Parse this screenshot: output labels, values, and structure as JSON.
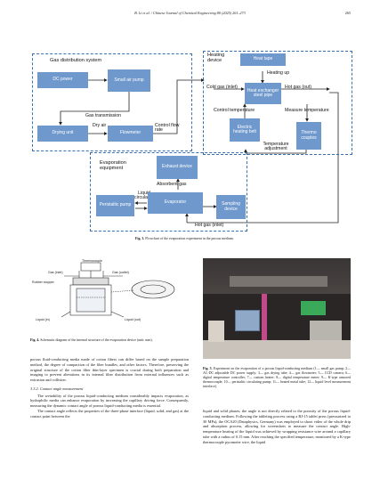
{
  "header": {
    "running_title": "B. Li et al. / Chinese Journal of Chemical Engineering 80 (2025) 261–273",
    "page_number": "265"
  },
  "fig3": {
    "gas_system_title": "Gas distribution system",
    "dc_power": "DC power",
    "small_air_pump": "Small air pump",
    "gas_transmission": "Gas transmission",
    "drying_unit": "Drying unit",
    "dry_air": "Dry air",
    "flowmeter": "Flowmeter",
    "control_flow_rate": "Control flow rate",
    "heating_device": "Heating device",
    "heat_tape": "Heat tape",
    "heating_up": "Heating up",
    "cold_gas_inlet": "Cold gas (inlet)",
    "heat_exchanger": "Heat exchanger steel pipe",
    "hot_gas_out": "Hot gas (out)",
    "control_temperature": "Control temperature",
    "measure_temperature": "Measure temperature",
    "electric_heating_belt": "Electric heating belt",
    "temperature_adjustment": "Temperature adjustment",
    "thermocouples": "Thermo couples",
    "evaporation_equipment": "Evaporation equipment",
    "exhaust_device": "Exhaust device",
    "absorbent_gas": "Absorbent gas",
    "peristaltic_pump": "Peristaltic pump",
    "liquid_circulation": "Liquid circulation",
    "evaporator": "Evaporator",
    "sampling_device": "Sampling device",
    "hot_gas_inlet": "Hot gas (inlet)",
    "caption_label": "Fig. 3.",
    "caption_text": "Flowchart of the evaporation experiment in the porous medium."
  },
  "fig4": {
    "thermocouple": "Thermocouple",
    "gas_inlet": "Gas (inlet)",
    "gas_outlet": "Gas (outlet)",
    "rubber_stopper": "Rubber stopper",
    "liquid_in": "Liquid (in)",
    "liquid_out": "Liquid (out)",
    "caption_label": "Fig. 4.",
    "caption_text": "Schematic diagram of the internal structure of the evaporation device (unit: mm)."
  },
  "fig5": {
    "caption_label": "Fig. 5.",
    "caption_text": "Experiment on the evaporation of a porous liquid-conducting medium (1— small gas pump; 2— AC-DC adjustable DC power supply; 3— gas drying tube; 4— gas flowmeter; 5— CCD camera; 6— digital temperature controller; 7— custom heater; 8— digital temperature meter; 9— K-type armored thermocouple; 10— peristaltic circulating pump; 11— heated metal tube; 12— liquid level measurement interface)."
  },
  "body": {
    "left_para1": "porous fluid-conducting media made of cotton fibers can differ based on the sample preparation method, the degree of compaction of the fiber bundles, and other factors. Therefore, preserving the original structure of the cotton fiber thin-layer specimen is crucial during both preparation and imaging to prevent alterations in its internal fiber distribution from external influences such as extrusion and collision.",
    "section": "3.3.2. Contact angle measurement",
    "left_para2": "The wettability of the porous liquid-conducting medium considerably impacts evaporation, as hydrophilic media can enhance evaporation by increasing the capillary driving force. Consequently, measuring the dynamic contact angle of porous liquid-conducting media is essential.",
    "left_para3": "The contact angle reflects the properties of the three-phase interface (liquid, solid, and gas) at the contact point between the",
    "right_para1": "liquid and solid phases; the angle is not directly related to the porosity of the porous liquid-conducting medium. Following the tableting process using a BJ-15 tablet press (pressurized to 30 MPa), the OCA20 (Dataphysics, Germany) was employed to shoot video of the whole drip and absorption process, allowing for screenshots to measure the contact angle. High-temperature heating of the liquid was achieved by wrapping resistance wire around a capillary tube with a radius of 0.15 mm. After reaching the specified temperature, monitored by a K-type thermocouple pyrometer wire, the liquid"
  }
}
